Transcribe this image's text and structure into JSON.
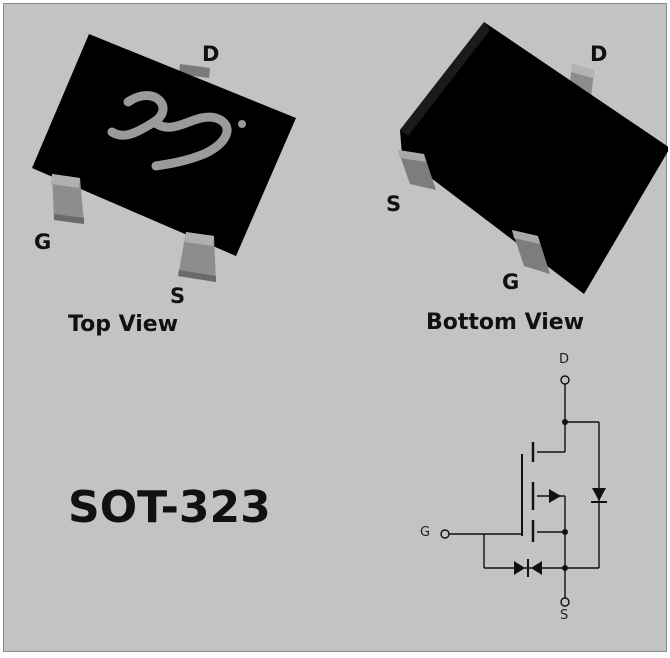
{
  "package_name": "SOT-323",
  "top_view": {
    "label": "Top View",
    "pins": {
      "drain": "D",
      "gate": "G",
      "source": "S"
    }
  },
  "bottom_view": {
    "label": "Bottom View",
    "pins": {
      "drain": "D",
      "gate": "G",
      "source": "S"
    }
  },
  "schematic": {
    "pins": {
      "drain": "D",
      "gate": "G",
      "source": "S"
    }
  },
  "colors": {
    "background": "#c3c3c3",
    "package_body": "#000000",
    "lead": "#8d8d8d",
    "logo": "#9a9a9a",
    "schematic_line": "#111111"
  }
}
